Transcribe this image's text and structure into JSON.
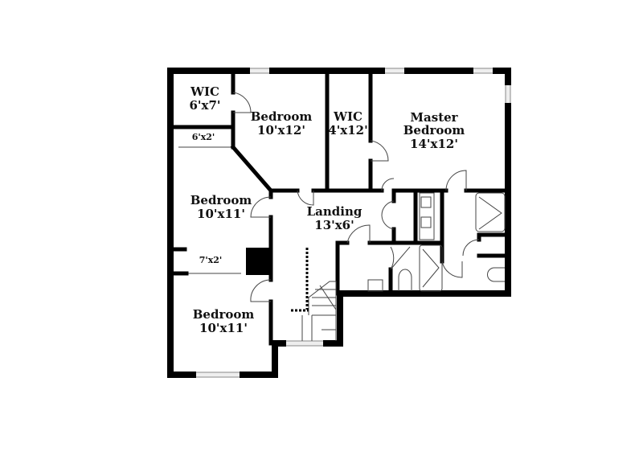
{
  "rooms": {
    "wic1": {
      "name": "WIC",
      "size": "6'x7'"
    },
    "bedroom_top": {
      "name": "Bedroom",
      "size": "10'x12'"
    },
    "wic2": {
      "name": "WIC",
      "size": "4'x12'"
    },
    "master": {
      "name1": "Master",
      "name2": "Bedroom",
      "size": "14'x12'"
    },
    "closet1": {
      "size": "6'x2'"
    },
    "bedroom_mid": {
      "name": "Bedroom",
      "size": "10'x11'"
    },
    "landing": {
      "name": "Landing",
      "size": "13'x6'"
    },
    "closet2": {
      "size": "7'x2'"
    },
    "bedroom_bottom": {
      "name": "Bedroom",
      "size": "10'x11'"
    }
  }
}
